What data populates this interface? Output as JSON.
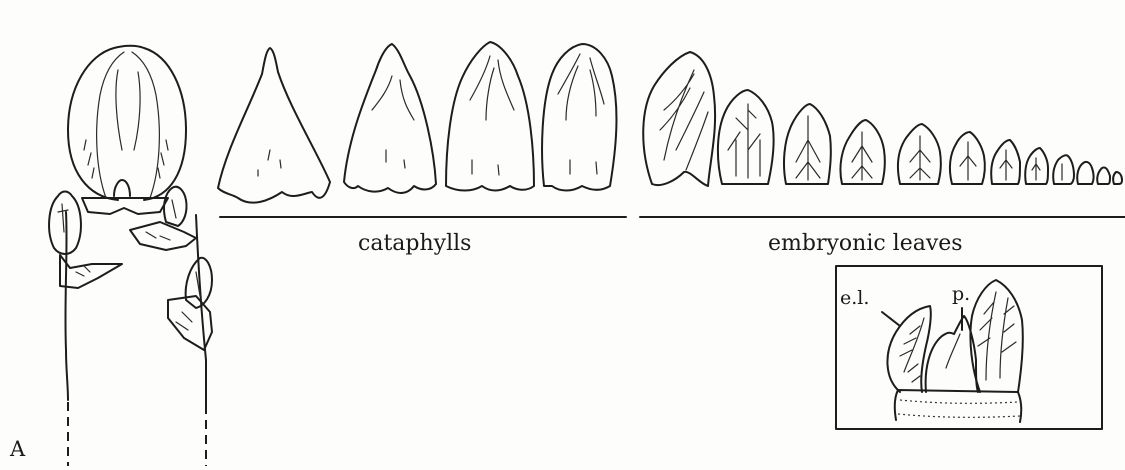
{
  "panel_label": "A",
  "group_labels": {
    "cataphylls": "cataphylls",
    "embryonic_leaves": "embryonic leaves"
  },
  "inset_labels": {
    "embryonic_leaf": "e.l.",
    "primordium": "p."
  }
}
